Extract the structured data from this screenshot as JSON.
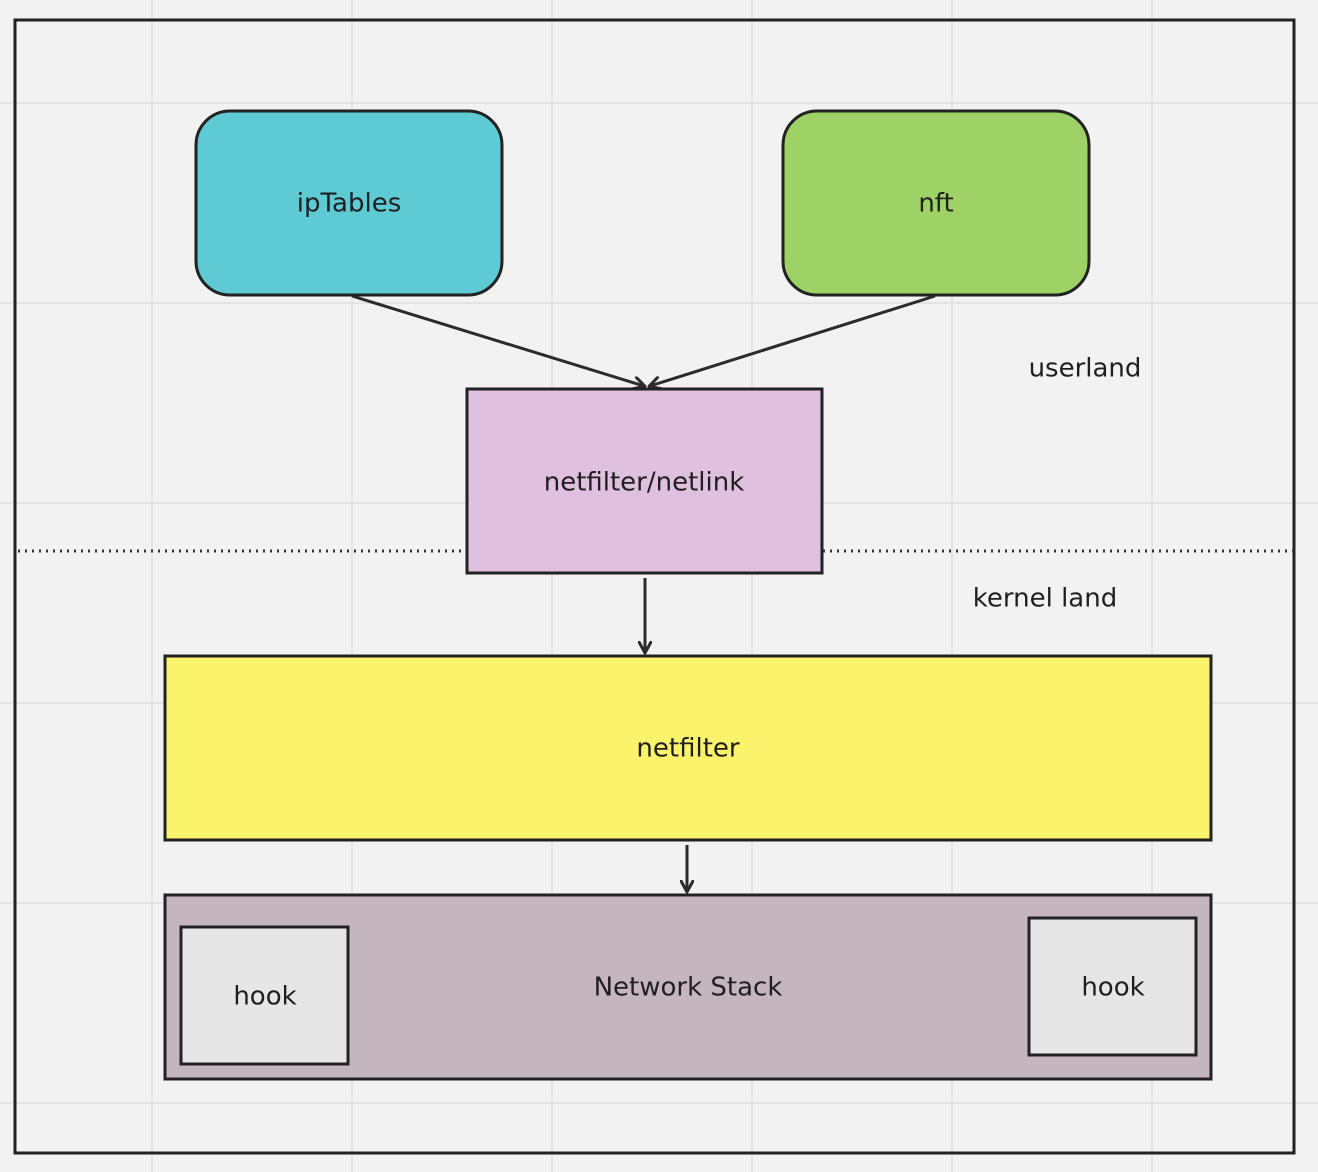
{
  "diagram": {
    "nodes": {
      "iptables": {
        "label": "ipTables",
        "color": "#5ecbd4"
      },
      "nft": {
        "label": "nft",
        "color": "#9fd266"
      },
      "netfilter_netlink": {
        "label": "netfilter/netlink",
        "color": "#e0c0df"
      },
      "netfilter": {
        "label": "netfilter",
        "color": "#fbf36b"
      },
      "network_stack": {
        "label": "Network Stack",
        "color": "#c5b6bd"
      },
      "hook_left": {
        "label": "hook",
        "color": "#e6e6e6"
      },
      "hook_right": {
        "label": "hook",
        "color": "#e6e6e6"
      }
    },
    "regions": {
      "userland": "userland",
      "kernel_land": "kernel land"
    },
    "edges": [
      {
        "from": "ipTables",
        "to": "netfilter/netlink"
      },
      {
        "from": "nft",
        "to": "netfilter/netlink"
      },
      {
        "from": "netfilter/netlink",
        "to": "netfilter"
      },
      {
        "from": "netfilter",
        "to": "Network Stack"
      }
    ],
    "colors": {
      "background": "#f2f2f2",
      "grid": "#dedede",
      "stroke": "#222222"
    }
  }
}
